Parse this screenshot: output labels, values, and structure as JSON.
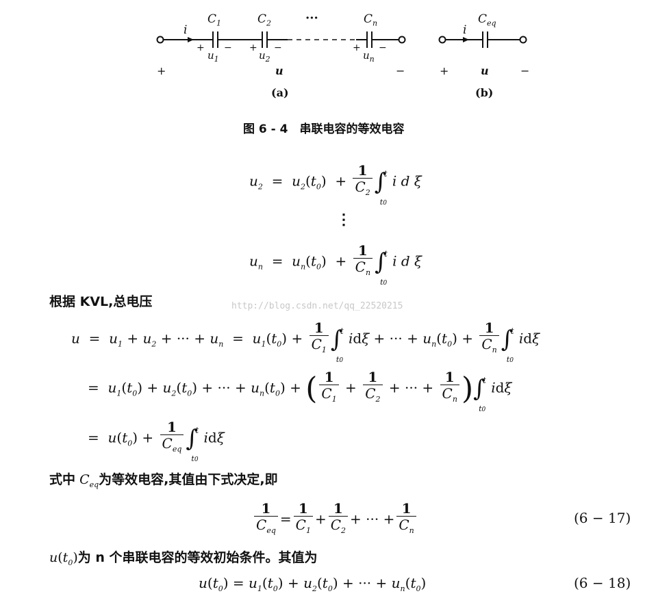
{
  "figure": {
    "caption": "图 6 - 4　串联电容的等效电容",
    "a": {
      "label": "(a)",
      "current": "i",
      "capacitors": [
        {
          "name": "C",
          "sub": "1",
          "voltage": "u",
          "vsub": "1"
        },
        {
          "name": "C",
          "sub": "2",
          "voltage": "u",
          "vsub": "2"
        },
        {
          "name": "C",
          "sub": "n",
          "voltage": "u",
          "vsub": "n"
        }
      ],
      "dots": "···",
      "total_voltage": "u",
      "plus": "+",
      "minus": "−"
    },
    "b": {
      "label": "(b)",
      "current": "i",
      "cap_name": "C",
      "cap_sub": "eq",
      "voltage": "u",
      "plus": "+",
      "minus": "−"
    }
  },
  "equations": {
    "u2_lhs": "u",
    "u2_lhs_sub": "2",
    "u2_rhs": "u",
    "u2_rhs_sub": "2",
    "vdots": "⋮",
    "un_lhs": "u",
    "un_lhs_sub": "n",
    "un_rhs": "u",
    "un_rhs_sub": "n",
    "t0": "t",
    "t0_sub": "0",
    "t": "t",
    "one": "1",
    "integrand": "i d ξ"
  },
  "text": {
    "kvl": "根据 KVL,总电压",
    "ceq_intro_prefix": "式中",
    "ceq_intro_suffix": "为等效电容,其值由下式决定,即",
    "init_suffix": "为 n 个串联电容的等效初始条件。其值为",
    "watermark": "http://blog.csdn.net/qq_22520215"
  },
  "eq_numbers": {
    "e17": "(6 − 17)",
    "e18": "(6 − 18)"
  }
}
